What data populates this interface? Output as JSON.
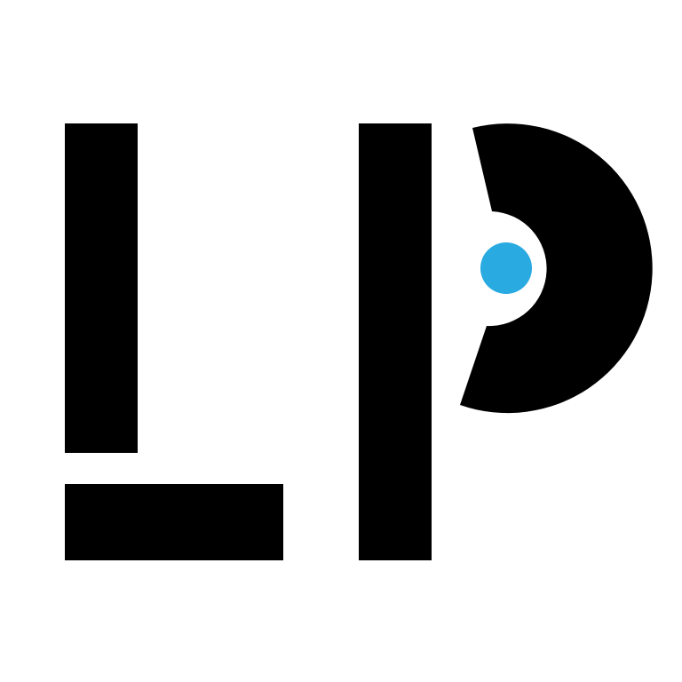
{
  "logo": {
    "monogram": "LP",
    "shapes": [
      "l-vertical-stem",
      "l-base-bar",
      "p-vertical-stem",
      "p-bowl-disc",
      "p-center-dot"
    ]
  },
  "colors": {
    "background": "#ffffff",
    "foreground": "#000000",
    "accent": "#29aae1"
  }
}
